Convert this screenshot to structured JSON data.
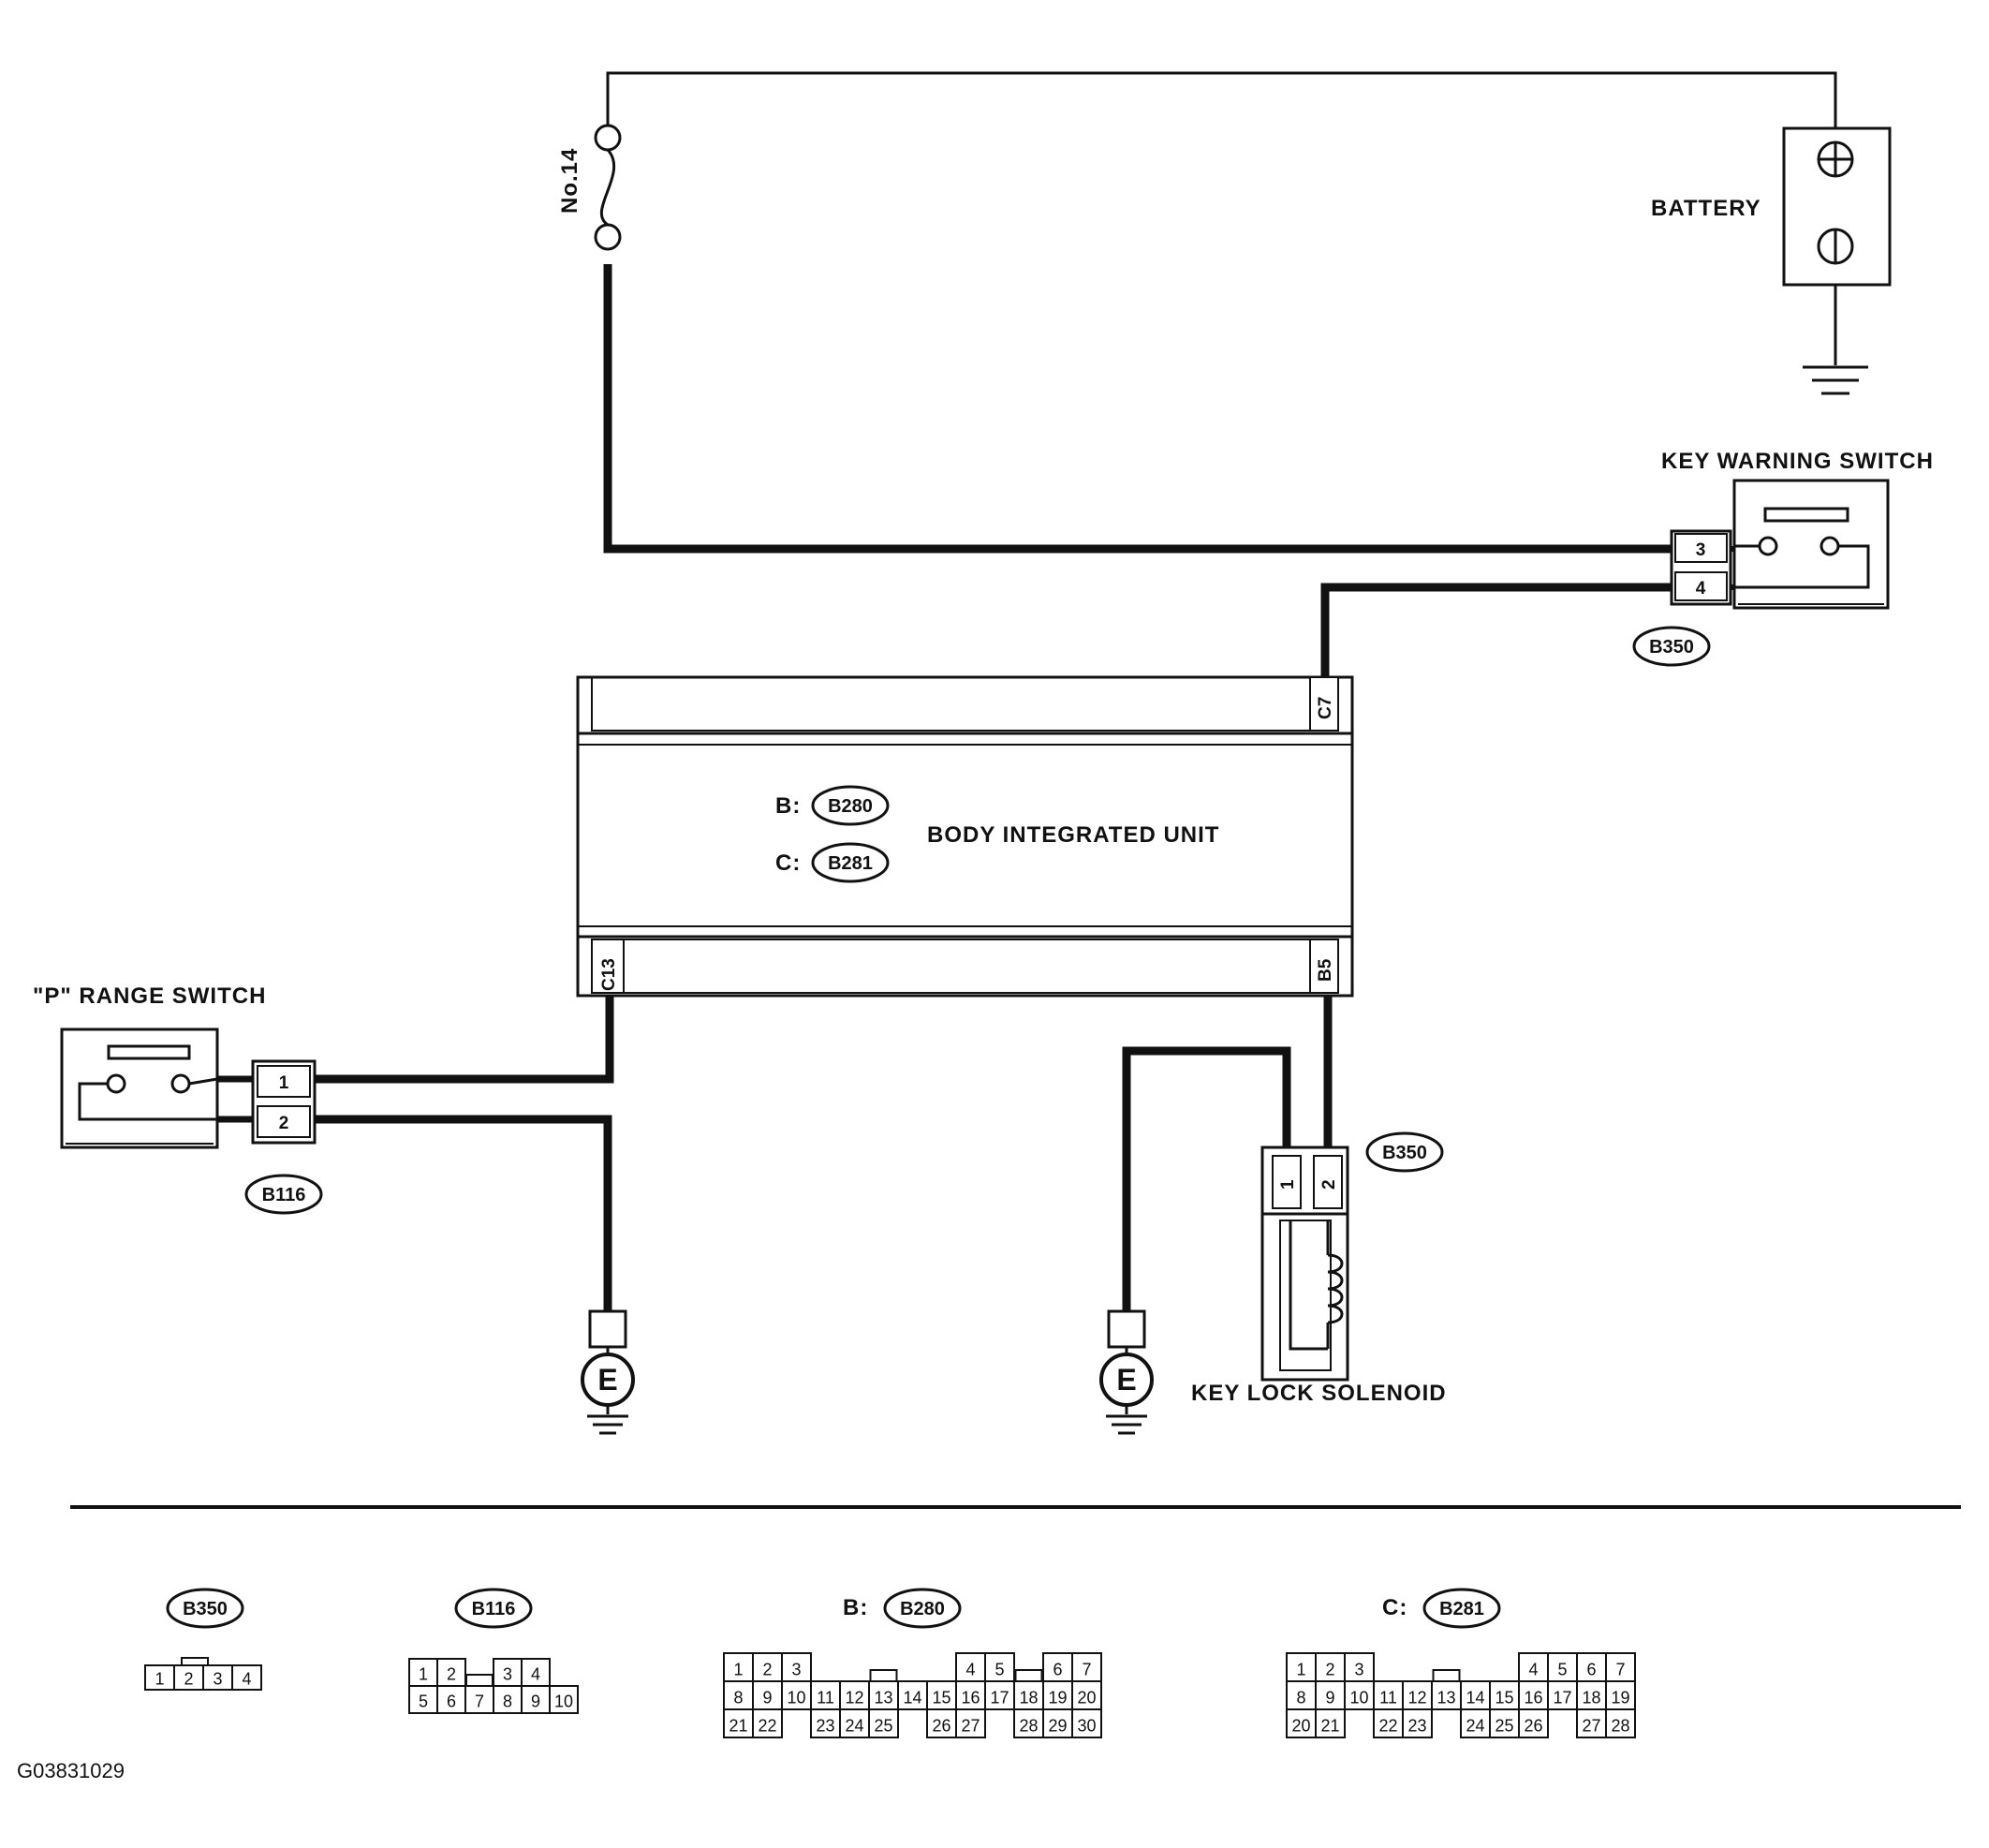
{
  "fuse": {
    "label": "No.14"
  },
  "battery": {
    "label": "BATTERY"
  },
  "key_warning_switch": {
    "label": "KEY WARNING SWITCH",
    "connector": "B350",
    "pins": [
      "3",
      "4"
    ]
  },
  "body_integrated_unit": {
    "label": "BODY INTEGRATED UNIT",
    "connector_b_prefix": "B:",
    "connector_b": "B280",
    "connector_c_prefix": "C:",
    "connector_c": "B281",
    "terminal_c7": "C7",
    "terminal_c13": "C13",
    "terminal_b5": "B5"
  },
  "p_range_switch": {
    "label": "\"P\" RANGE SWITCH",
    "connector": "B116",
    "pins": [
      "1",
      "2"
    ]
  },
  "key_lock_solenoid": {
    "label": "KEY LOCK SOLENOID",
    "connector": "B350",
    "pins": [
      "1",
      "2"
    ]
  },
  "ground": {
    "label": "E"
  },
  "connector_views": {
    "b350": {
      "badge": "B350",
      "rows": [
        [
          "1",
          "2",
          "3",
          "4"
        ]
      ]
    },
    "b116": {
      "badge": "B116",
      "rows": [
        [
          "1",
          "2",
          "",
          "3",
          "4"
        ],
        [
          "5",
          "6",
          "7",
          "8",
          "9",
          "10"
        ]
      ]
    },
    "b280": {
      "prefix": "B:",
      "badge": "B280",
      "rows": [
        [
          "1",
          "2",
          "3",
          "",
          "",
          "",
          "",
          "",
          "4",
          "5",
          "",
          "6",
          "7"
        ],
        [
          "8",
          "9",
          "10",
          "11",
          "12",
          "13",
          "14",
          "15",
          "16",
          "17",
          "18",
          "19",
          "20"
        ],
        [
          "21",
          "22",
          "",
          "23",
          "24",
          "25",
          "",
          "26",
          "27",
          "",
          "28",
          "29",
          "30"
        ]
      ]
    },
    "b281": {
      "prefix": "C:",
      "badge": "B281",
      "rows": [
        [
          "1",
          "2",
          "3",
          "",
          "",
          "",
          "",
          "",
          "4",
          "5",
          "6",
          "7"
        ],
        [
          "8",
          "9",
          "10",
          "11",
          "12",
          "13",
          "14",
          "15",
          "16",
          "17",
          "18",
          "19"
        ],
        [
          "20",
          "21",
          "",
          "22",
          "23",
          "",
          "24",
          "25",
          "26",
          "",
          "27",
          "28"
        ]
      ]
    }
  },
  "figure_code": "G03831029"
}
